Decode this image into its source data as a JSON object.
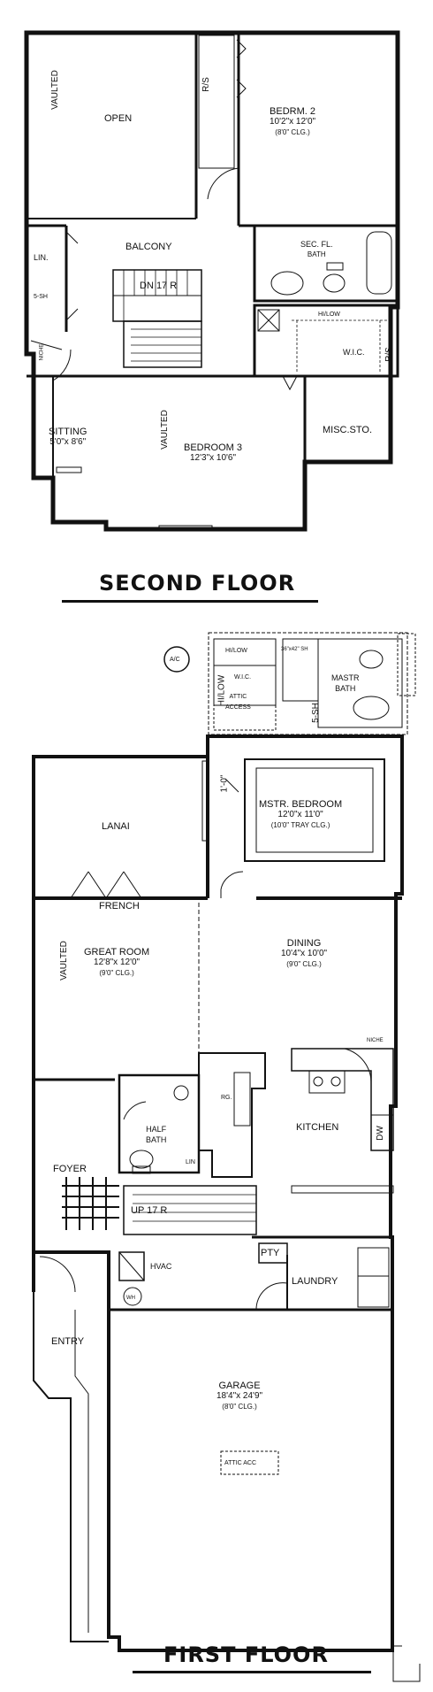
{
  "second_floor": {
    "title": "SECOND FLOOR",
    "rooms": {
      "open": {
        "name": "OPEN",
        "note": "VAULTED"
      },
      "bedroom2": {
        "name": "BEDRM. 2",
        "dims": "10'2\"x 12'0\"",
        "ceiling": "(8'0\" CLG.)"
      },
      "rs_upper": "R/S",
      "balcony": "BALCONY",
      "linen": "LIN.",
      "shelves": "5-SH",
      "stairs": "DN 17 R",
      "sec_bath": {
        "name": "SEC. FL.",
        "sub": "BATH"
      },
      "hilow": "HI/LOW",
      "wic": "W.I.C.",
      "rs_wic": "R/S",
      "niche": "NICHE",
      "sitting": {
        "name": "SITTING",
        "dims": "5'0\"x 8'6\""
      },
      "bedroom3": {
        "name": "BEDROOM 3",
        "dims": "12'3\"x 10'6\"",
        "note": "VAULTED"
      },
      "misc": "MISC.STO."
    }
  },
  "first_floor": {
    "title": "FIRST FLOOR",
    "rooms": {
      "ac": "A/C",
      "hilow_top": "HI/LOW",
      "hilow_side": "HI/LOW",
      "wic": "W.I.C.",
      "shower": "36\"x42\" SH",
      "attic_access": {
        "line1": "ATTIC",
        "line2": "ACCESS"
      },
      "mastr_bath": {
        "name": "MASTR",
        "sub": "BATH"
      },
      "shelves": "5-SH",
      "lanai": "LANAI",
      "mstr_bedroom": {
        "name": "MSTR. BEDROOM",
        "dims": "12'0\"x 11'0\"",
        "ceiling": "(10'0\" TRAY CLG.)"
      },
      "tray_dim": "1'-0\"",
      "french": "FRENCH",
      "great_room": {
        "name": "GREAT ROOM",
        "dims": "12'8\"x 12'0\"",
        "ceiling": "(9'0\" CLG.)",
        "note": "VAULTED"
      },
      "dining": {
        "name": "DINING",
        "dims": "10'4\"x 10'0\"",
        "ceiling": "(9'0\" CLG.)"
      },
      "niche": "NICHE",
      "rg": "RG.",
      "kitchen": "KITCHEN",
      "dw": "DW",
      "half_bath": {
        "name": "HALF",
        "sub": "BATH"
      },
      "lin": "LIN",
      "foyer": "FOYER",
      "stairs": "UP 17 R",
      "pty": "PTY",
      "hvac": "HVAC",
      "laundry": "LAUNDRY",
      "wh": "WH",
      "entry": "ENTRY",
      "garage": {
        "name": "GARAGE",
        "dims": "18'4\"x 24'9\"",
        "ceiling": "(8'0\" CLG.)"
      },
      "attic_acc": "ATTIC ACC"
    }
  }
}
